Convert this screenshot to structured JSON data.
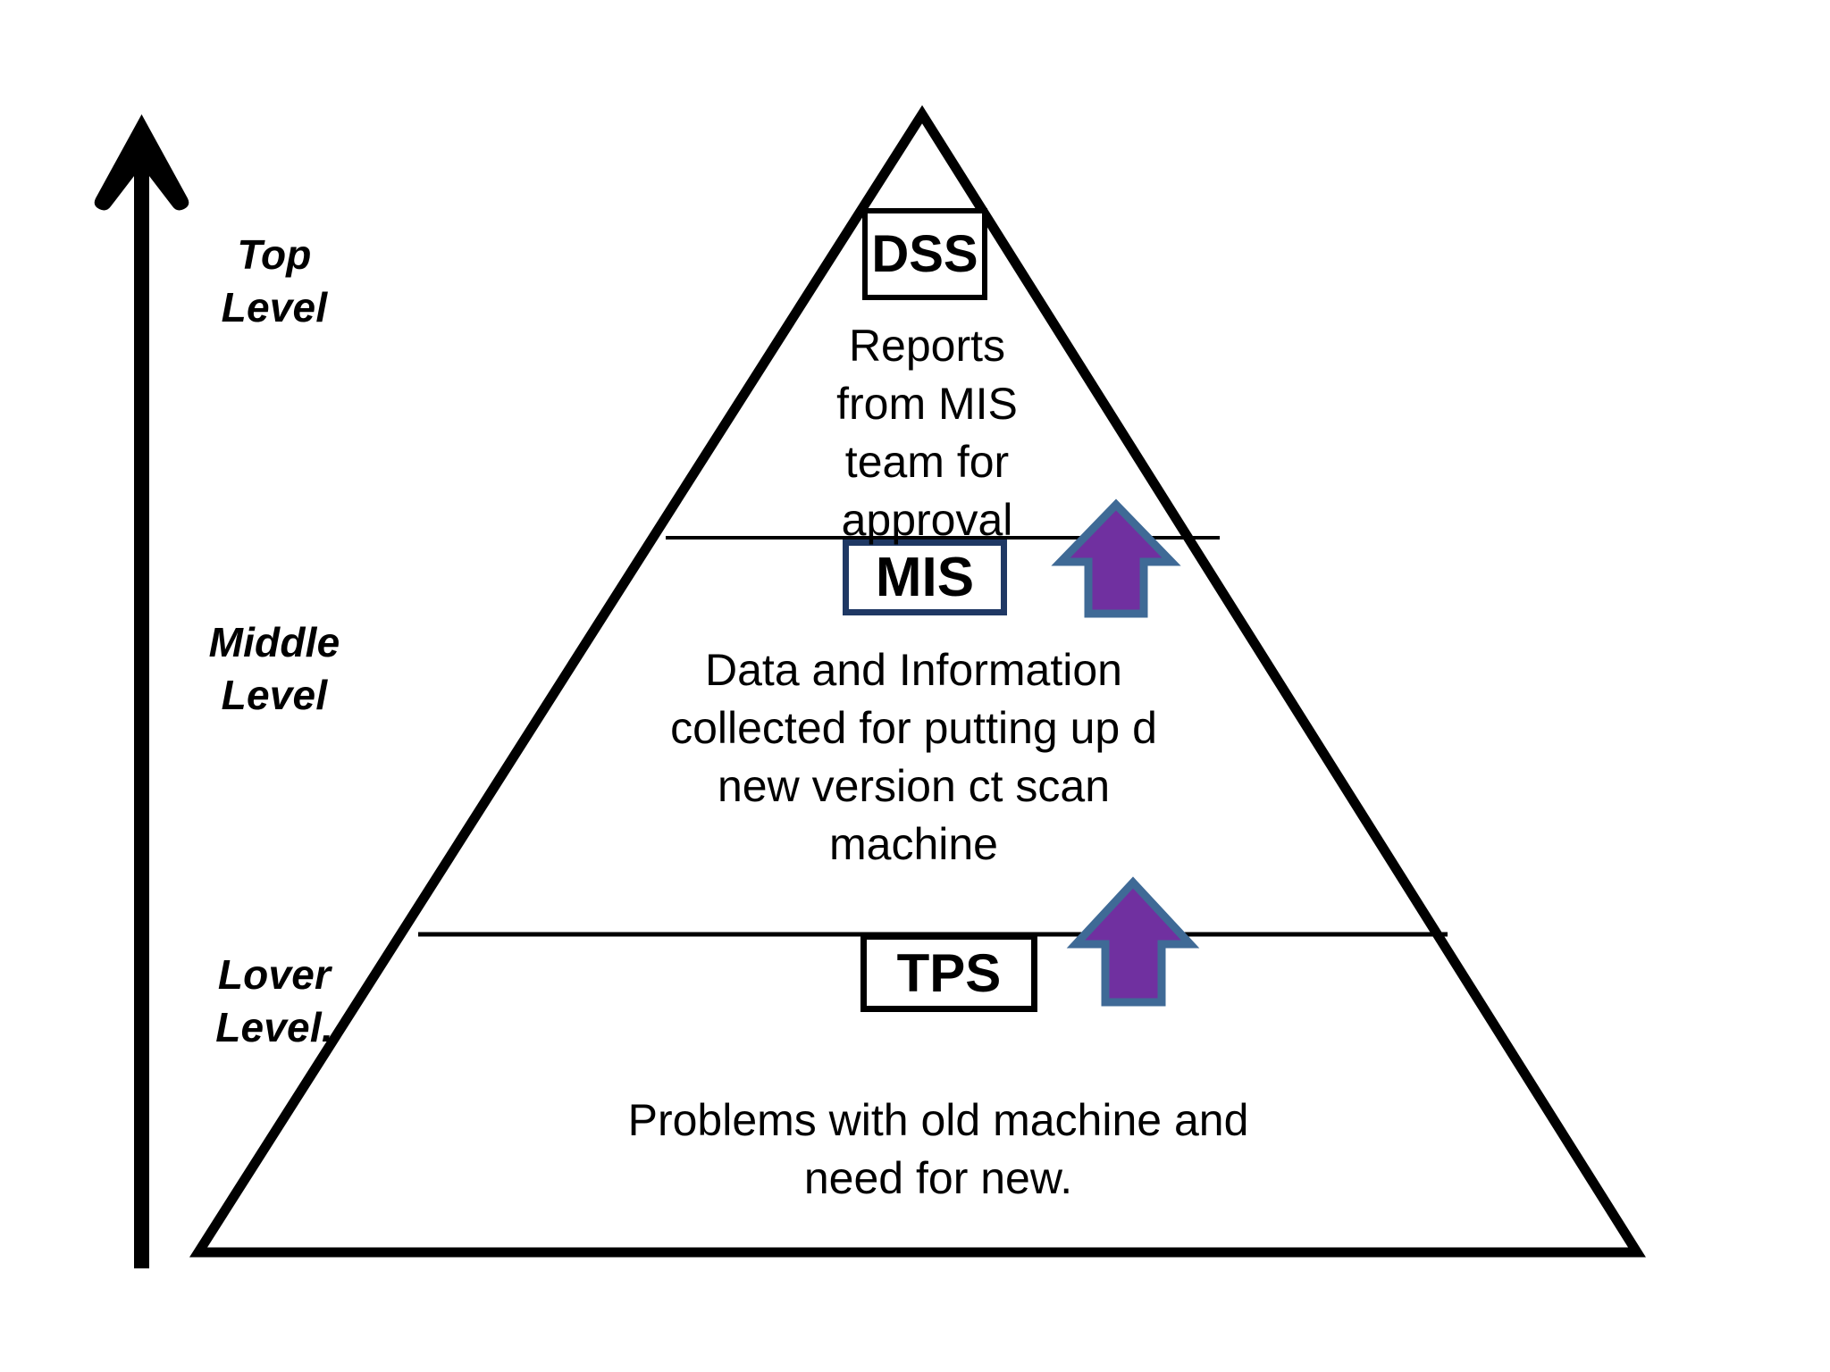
{
  "diagram": {
    "title": "Management information systems pyramid",
    "type": "pyramid-hierarchy",
    "background_color": "#FFFFFF"
  },
  "levels": [
    {
      "id": "top",
      "label": "Top\nLevel",
      "box_label": "DSS",
      "box_border_color": "#000000",
      "description": "Reports\nfrom MIS\nteam for\napproval"
    },
    {
      "id": "middle",
      "label": "Middle\nLevel",
      "box_label": "MIS",
      "box_border_color": "#1F3864",
      "description": "Data and Information\ncollected for putting up d\nnew version ct scan\nmachine"
    },
    {
      "id": "lower",
      "label": "Lover\nLevel.",
      "box_label": "TPS",
      "box_border_color": "#000000",
      "description": "Problems with old machine and\nneed for new."
    }
  ],
  "arrows": {
    "hierarchy_arrow": {
      "name": "upward-hierarchy-arrow",
      "color": "#000000",
      "direction": "up"
    },
    "flow_arrows": [
      {
        "name": "tps-to-mis-flow-arrow",
        "fill_color": "#7030A0",
        "stroke_color": "#3F6A96",
        "direction": "up"
      },
      {
        "name": "mis-to-dss-flow-arrow",
        "fill_color": "#7030A0",
        "stroke_color": "#3F6A96",
        "direction": "up"
      }
    ]
  },
  "shapes": {
    "pyramid_stroke_color": "#000000",
    "divider_stroke_color": "#000000"
  }
}
